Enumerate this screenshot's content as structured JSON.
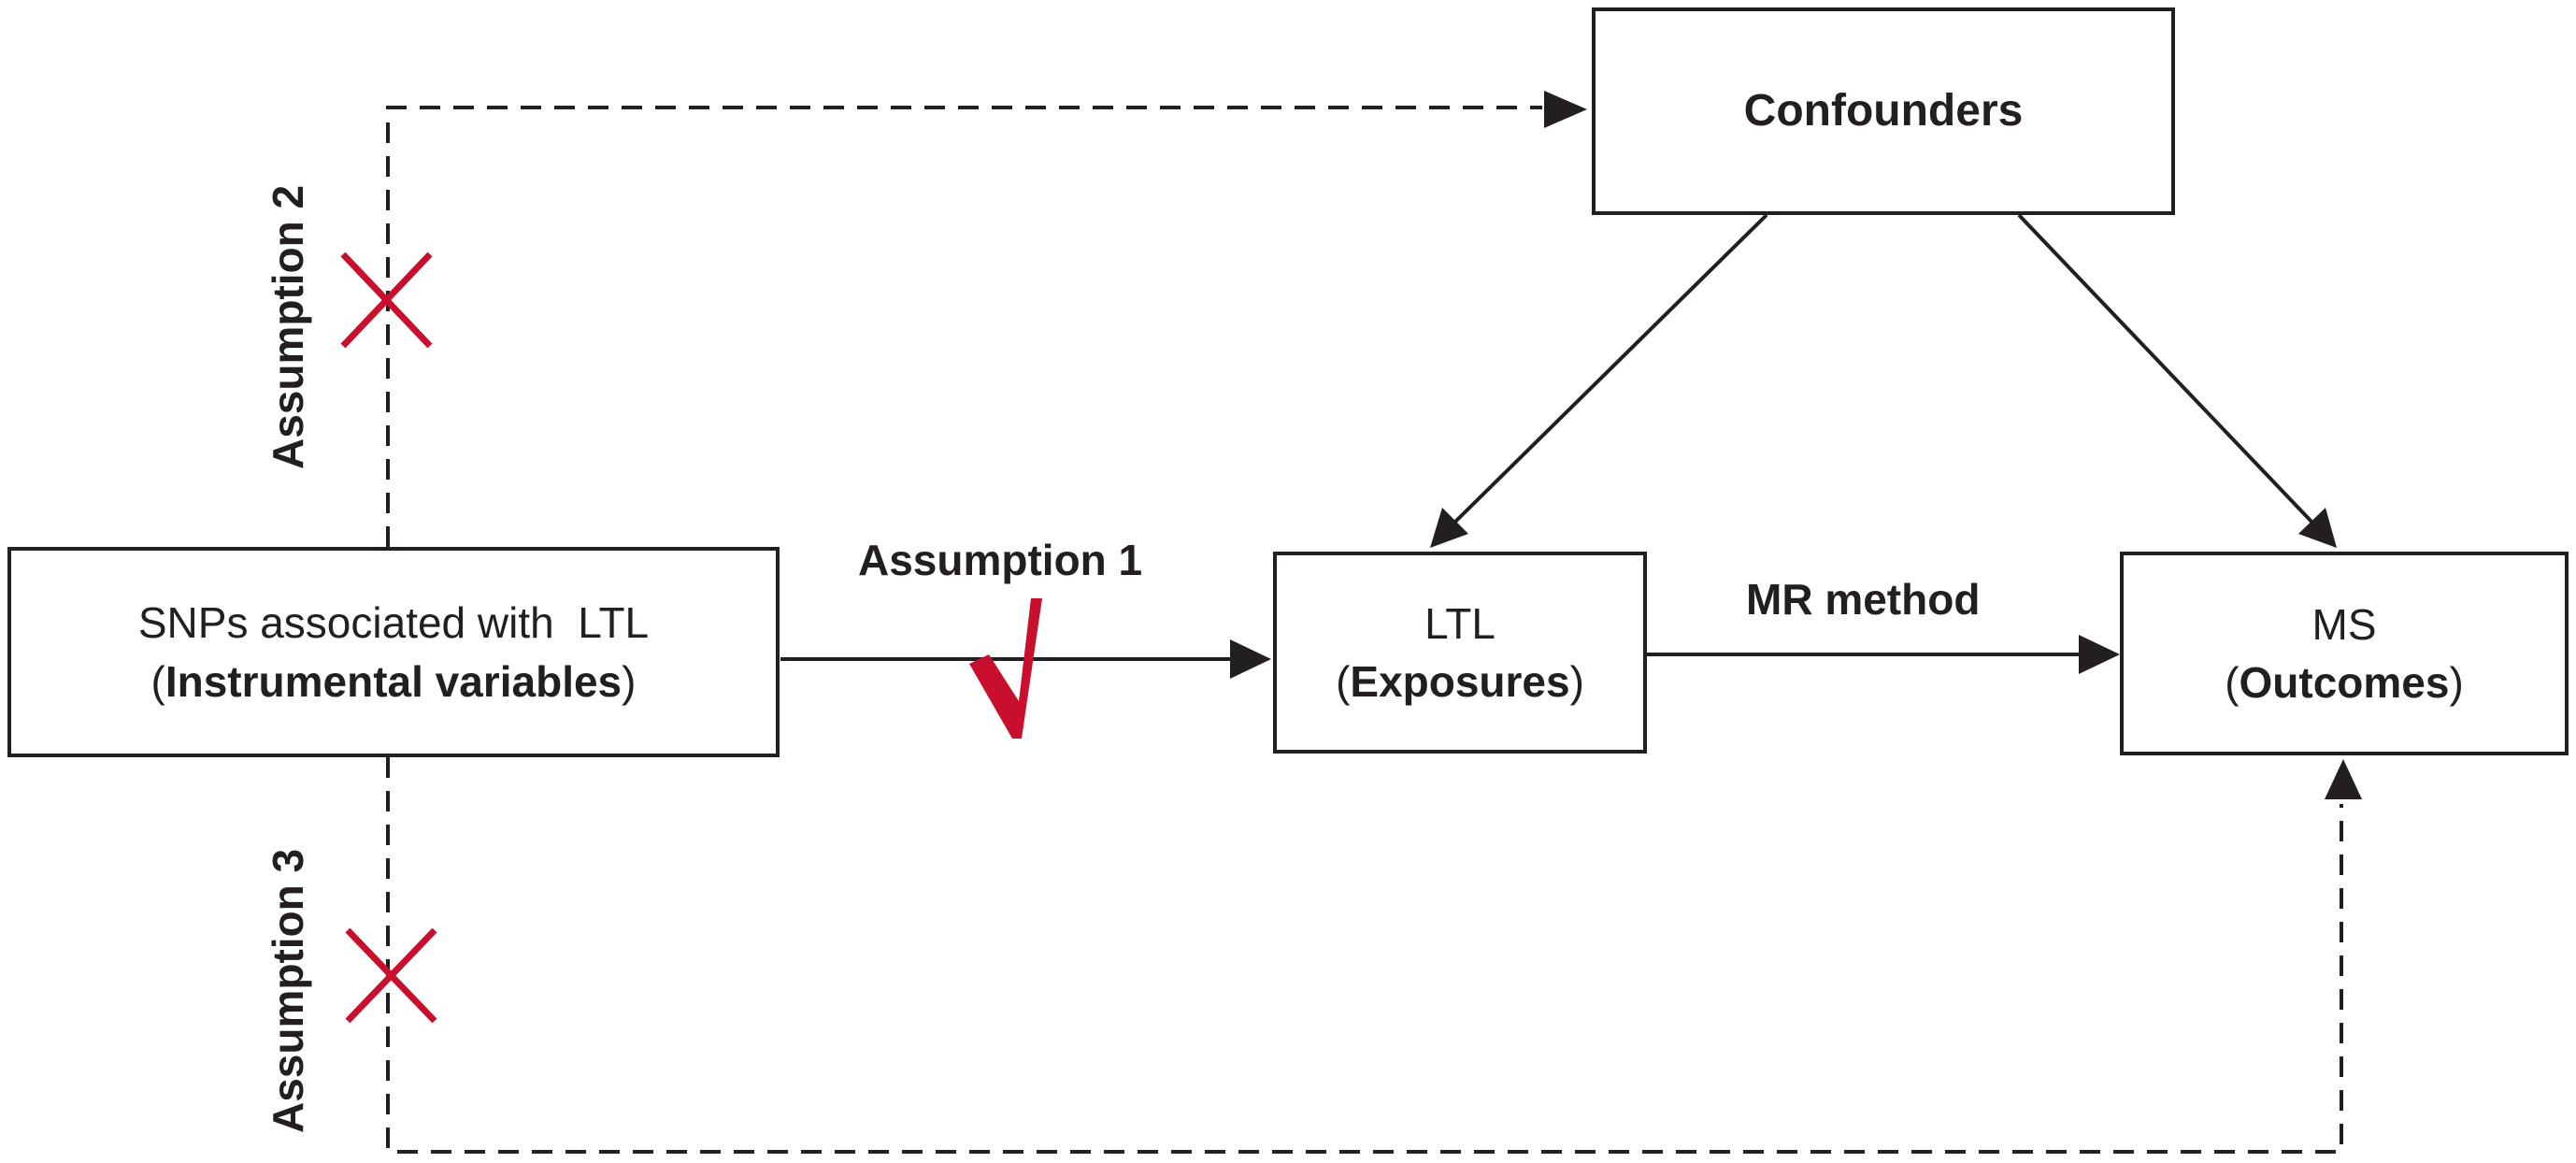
{
  "nodes": {
    "confounders": {
      "title": "Confounders"
    },
    "instruments": {
      "line1": "SNPs associated with  LTL",
      "line2_open": "(",
      "line2_bold": "Instrumental variables",
      "line2_close": ")"
    },
    "exposure": {
      "line1": "LTL",
      "line2_open": "(",
      "line2_bold": "Exposures",
      "line2_close": ")"
    },
    "outcome": {
      "line1": "MS",
      "line2_open": "(",
      "line2_bold": "Outcomes",
      "line2_close": ")"
    }
  },
  "edges": {
    "assumption1": "Assumption 1",
    "assumption2": "Assumption 2",
    "assumption3": "Assumption 3",
    "mr_method": "MR method"
  },
  "marks": {
    "check": "√",
    "cross_color": "#c8102e",
    "check_color": "#c8102e",
    "line_color": "#231f20"
  }
}
